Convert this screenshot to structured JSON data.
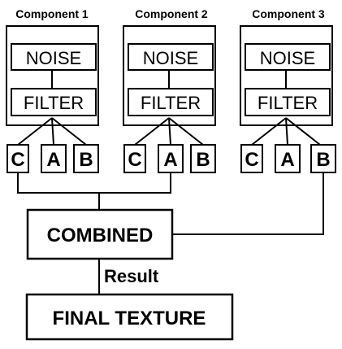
{
  "components": [
    {
      "title": "Component 1",
      "noise": "NOISE",
      "filter": "FILTER",
      "channels": [
        "C",
        "A",
        "B"
      ]
    },
    {
      "title": "Component 2",
      "noise": "NOISE",
      "filter": "FILTER",
      "channels": [
        "C",
        "A",
        "B"
      ]
    },
    {
      "title": "Component 3",
      "noise": "NOISE",
      "filter": "FILTER",
      "channels": [
        "C",
        "A",
        "B"
      ]
    }
  ],
  "combined": {
    "label": "COMBINED"
  },
  "result_label": "Result",
  "final": {
    "label": "FINAL TEXTURE"
  }
}
